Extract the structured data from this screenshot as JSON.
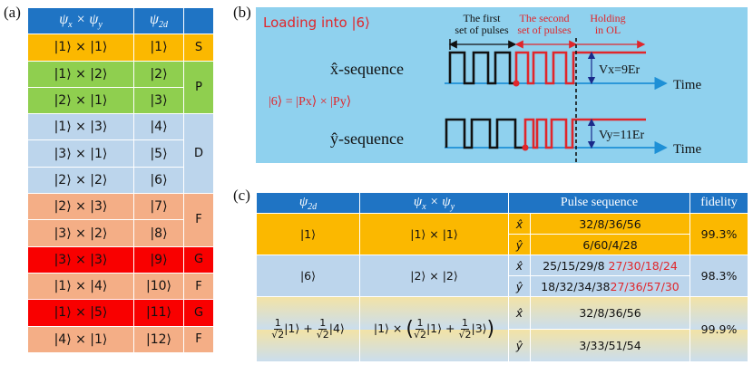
{
  "panel_labels": {
    "a": "(a)",
    "b": "(b)",
    "c": "(c)"
  },
  "table_a": {
    "headers": [
      "ψx × ψy",
      "ψ2d",
      ""
    ],
    "rows": [
      {
        "prod": "|1⟩ × |1⟩",
        "state": "|1⟩",
        "color": "#fbb800"
      },
      {
        "prod": "|1⟩ × |2⟩",
        "state": "|2⟩",
        "color": "#8fcf4f"
      },
      {
        "prod": "|2⟩ × |1⟩",
        "state": "|3⟩",
        "color": "#8fcf4f"
      },
      {
        "prod": "|1⟩ × |3⟩",
        "state": "|4⟩",
        "color": "#bcd5ec"
      },
      {
        "prod": "|3⟩ × |1⟩",
        "state": "|5⟩",
        "color": "#bcd5ec"
      },
      {
        "prod": "|2⟩ × |2⟩",
        "state": "|6⟩",
        "color": "#bcd5ec"
      },
      {
        "prod": "|2⟩ × |3⟩",
        "state": "|7⟩",
        "color": "#f4ae86"
      },
      {
        "prod": "|3⟩ × |2⟩",
        "state": "|8⟩",
        "color": "#f4ae86"
      },
      {
        "prod": "|3⟩ × |3⟩",
        "state": "|9⟩",
        "color": "#f90000"
      },
      {
        "prod": "|1⟩ × |4⟩",
        "state": "|10⟩",
        "color": "#f4ae86"
      },
      {
        "prod": "|1⟩ × |5⟩",
        "state": "|11⟩",
        "color": "#f90000"
      },
      {
        "prod": "|4⟩ × |1⟩",
        "state": "|12⟩",
        "color": "#f4ae86"
      }
    ],
    "orbitals": [
      {
        "label": "S",
        "span": 1,
        "color": "#fbb800"
      },
      {
        "label": "P",
        "span": 2,
        "color": "#8fcf4f"
      },
      {
        "label": "D",
        "span": 3,
        "color": "#bcd5ec"
      },
      {
        "label": "F",
        "span": 2,
        "color": "#f4ae86"
      },
      {
        "label": "G",
        "span": 1,
        "color": "#f90000"
      },
      {
        "label": "F",
        "span": 1,
        "color": "#f4ae86"
      },
      {
        "label": "G",
        "span": 1,
        "color": "#f90000"
      },
      {
        "label": "F",
        "span": 1,
        "color": "#f4ae86"
      }
    ]
  },
  "panel_b": {
    "title": "Loading into |6⟩",
    "first_set": "The first\nset of pulses",
    "second_set": "The second\nset of pulses",
    "holding": "Holding\nin OL",
    "x_seq": "x̂-sequence",
    "y_seq": "ŷ-sequence",
    "decomp": "|6⟩ = |Px⟩ × |Py⟩",
    "vx": "Vx=9Er",
    "vy": "Vy=11Er",
    "time": "Time",
    "colors": {
      "bg": "#8fd1ee",
      "black": "#111111",
      "red": "#e0262b",
      "axis": "#1e90d6"
    }
  },
  "table_c": {
    "headers": [
      "ψ2d",
      "ψx × ψy",
      "Pulse sequence",
      "fidelity"
    ],
    "row1": {
      "state": "|1⟩",
      "prod": "|1⟩ × |1⟩",
      "x_red": "32/8/36/56",
      "y_red": "6/60/4/28",
      "fid": "99.3%"
    },
    "row2": {
      "state": "|6⟩",
      "prod": "|2⟩ × |2⟩",
      "x_black": "25/15/29/8",
      "x_red": "27/30/18/24",
      "y_black": "18/32/34/38",
      "y_red": "27/36/57/30",
      "fid": "98.3%"
    },
    "row3": {
      "one": "1",
      "sqrt2": "√2",
      "ket1": "|1⟩",
      "plus": "+",
      "ket4": "|4⟩",
      "ket1x": "|1⟩ ×",
      "ket3": "|3⟩",
      "x_red": "32/8/36/56",
      "y_red": "3/33/51/54",
      "fid": "99.9%"
    },
    "xhat": "x̂",
    "yhat": "ŷ"
  }
}
